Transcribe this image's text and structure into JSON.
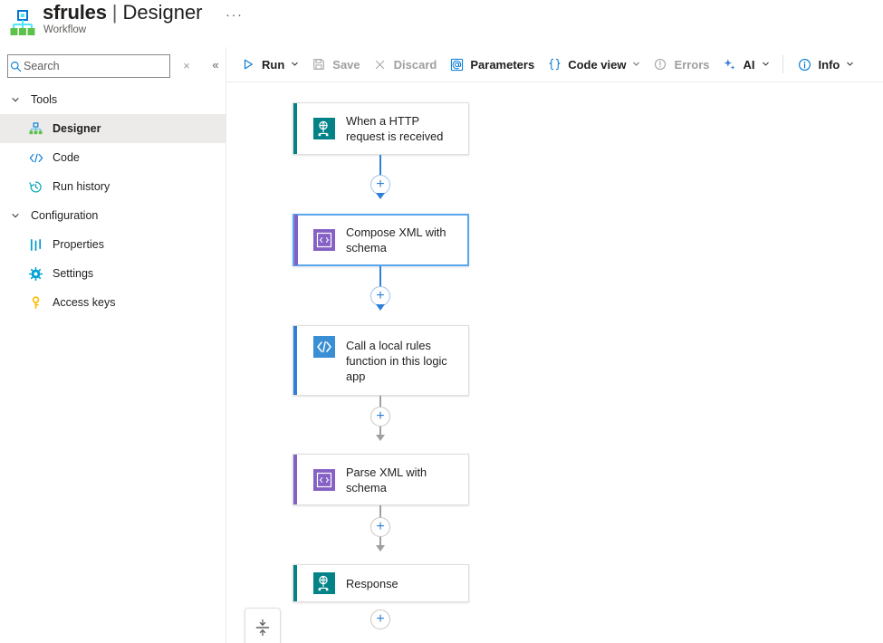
{
  "header": {
    "app_icon": "logic-app-workflow-icon",
    "title": "sfrules",
    "separator": "|",
    "page": "Designer",
    "subtitle": "Workflow",
    "more_menu": "···"
  },
  "sidebar": {
    "search": {
      "placeholder": "Search",
      "value": "",
      "icon": "search-icon"
    },
    "pin_icon": "×",
    "collapse_icon": "«",
    "groups": [
      {
        "label": "Tools",
        "chevron": "∨",
        "items": [
          {
            "label": "Designer",
            "icon": "designer-icon",
            "selected": true
          },
          {
            "label": "Code",
            "icon": "code-icon",
            "selected": false
          },
          {
            "label": "Run history",
            "icon": "run-history-icon",
            "selected": false
          }
        ]
      },
      {
        "label": "Configuration",
        "chevron": "∨",
        "items": [
          {
            "label": "Properties",
            "icon": "properties-icon",
            "selected": false
          },
          {
            "label": "Settings",
            "icon": "settings-gear-icon",
            "selected": false
          },
          {
            "label": "Access keys",
            "icon": "key-icon",
            "selected": false
          }
        ]
      }
    ]
  },
  "toolbar": {
    "run_label": "Run",
    "save_label": "Save",
    "discard_label": "Discard",
    "parameters_label": "Parameters",
    "code_view_label": "Code view",
    "errors_label": "Errors",
    "ai_label": "AI",
    "info_label": "Info",
    "chevron": "∨"
  },
  "canvas": {
    "nodes": [
      {
        "title": "When a HTTP request is received",
        "icon": "http-request-icon",
        "accent": "#038387",
        "selected": false
      },
      {
        "title": "Compose XML with schema",
        "icon": "compose-xml-icon",
        "accent": "#8661c5",
        "selected": true
      },
      {
        "title": "Call a local rules function in this logic app",
        "icon": "code-braces-icon",
        "accent": "#2f7fd7",
        "selected": false
      },
      {
        "title": "Parse XML with schema",
        "icon": "parse-xml-icon",
        "accent": "#8661c5",
        "selected": false
      },
      {
        "title": "Response",
        "icon": "response-icon",
        "accent": "#038387",
        "selected": false
      }
    ],
    "add_step_icon": "+",
    "zoom_fit_icon": "fit-to-screen-icon"
  },
  "colors": {
    "accent_blue": "#2f7fd7",
    "teal": "#038387",
    "purple": "#8661c5",
    "selection_blue": "#5aa7ef",
    "disabled_grey": "#a19f9d"
  }
}
